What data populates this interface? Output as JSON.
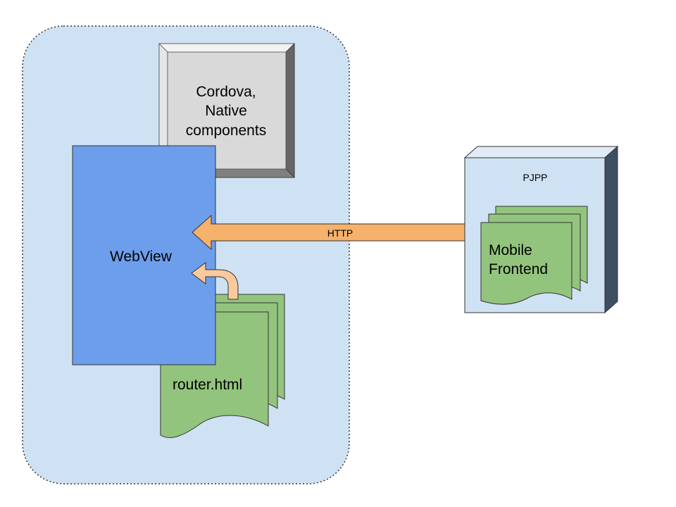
{
  "colors": {
    "device_fill": "#cfe2f3",
    "webview_fill": "#6d9eeb",
    "doc_fill": "#93c47d",
    "native_fill": "#d9d9d9",
    "http_arrow": "#f6b26b",
    "small_arrow": "#f9cb9c",
    "server_fill": "#cfe2f3"
  },
  "native_box": {
    "line1": "Cordova,",
    "line2": "Native",
    "line3": "components"
  },
  "webview": {
    "label": "WebView"
  },
  "router": {
    "label": "router.html"
  },
  "http": {
    "label": "HTTP"
  },
  "server": {
    "label": "PJPP"
  },
  "frontend": {
    "line1": "Mobile",
    "line2": "Frontend"
  }
}
